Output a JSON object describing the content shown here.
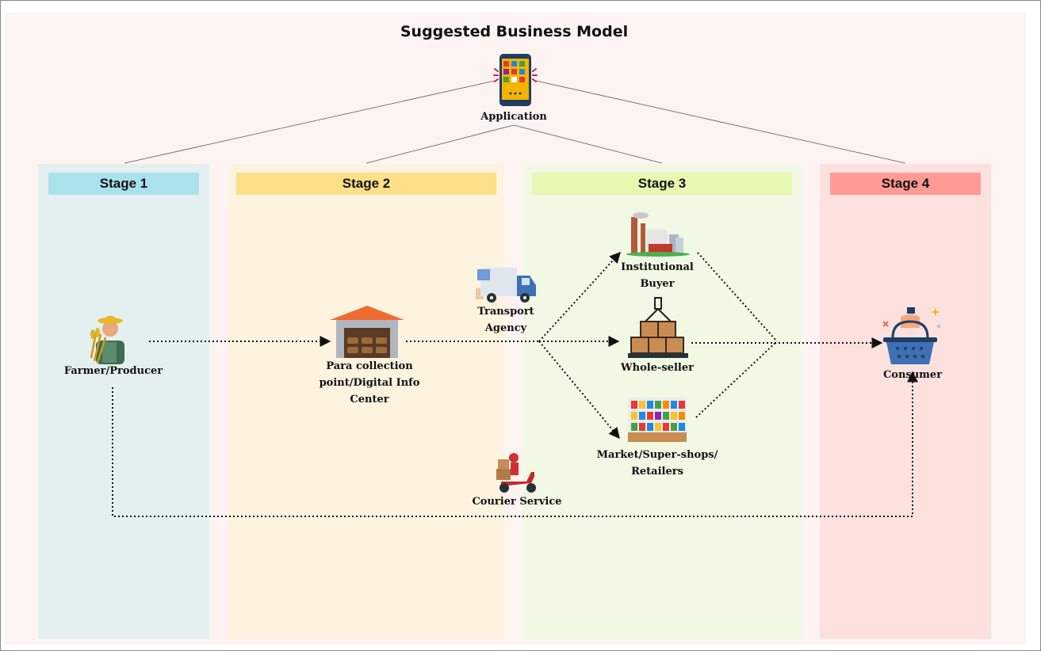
{
  "title": "Suggested Business Model",
  "application": {
    "label": "Application",
    "icon": "smartphone-app-icon"
  },
  "stages": [
    {
      "label": "Stage 1",
      "header_color": "#a9e2ea",
      "column_color": "#e3f0ef"
    },
    {
      "label": "Stage 2",
      "header_color": "#fcdf87",
      "column_color": "#fef3df"
    },
    {
      "label": "Stage 3",
      "header_color": "#e6f8b1",
      "column_color": "#f1f8e3"
    },
    {
      "label": "Stage 4",
      "header_color": "#ff9a95",
      "column_color": "#fde1df"
    }
  ],
  "nodes": {
    "farmer": {
      "label": "Farmer/Producer",
      "icon": "farmer-icon"
    },
    "collection": {
      "label_lines": [
        "Para collection",
        "point/Digital Info",
        "Center"
      ],
      "icon": "warehouse-icon"
    },
    "transport": {
      "label_lines": [
        "Transport",
        "Agency"
      ],
      "icon": "truck-icon"
    },
    "institutional": {
      "label_lines": [
        "Institutional",
        "Buyer"
      ],
      "icon": "factory-icon"
    },
    "wholeseller": {
      "label": "Whole-seller",
      "icon": "boxes-crane-icon"
    },
    "market": {
      "label_lines": [
        "Market/Super-shops/",
        "Retailers"
      ],
      "icon": "supermarket-shelf-icon"
    },
    "consumer": {
      "label": "Consumer",
      "icon": "shopping-basket-icon"
    },
    "courier": {
      "label": "Courier Service",
      "icon": "courier-scooter-icon"
    }
  }
}
